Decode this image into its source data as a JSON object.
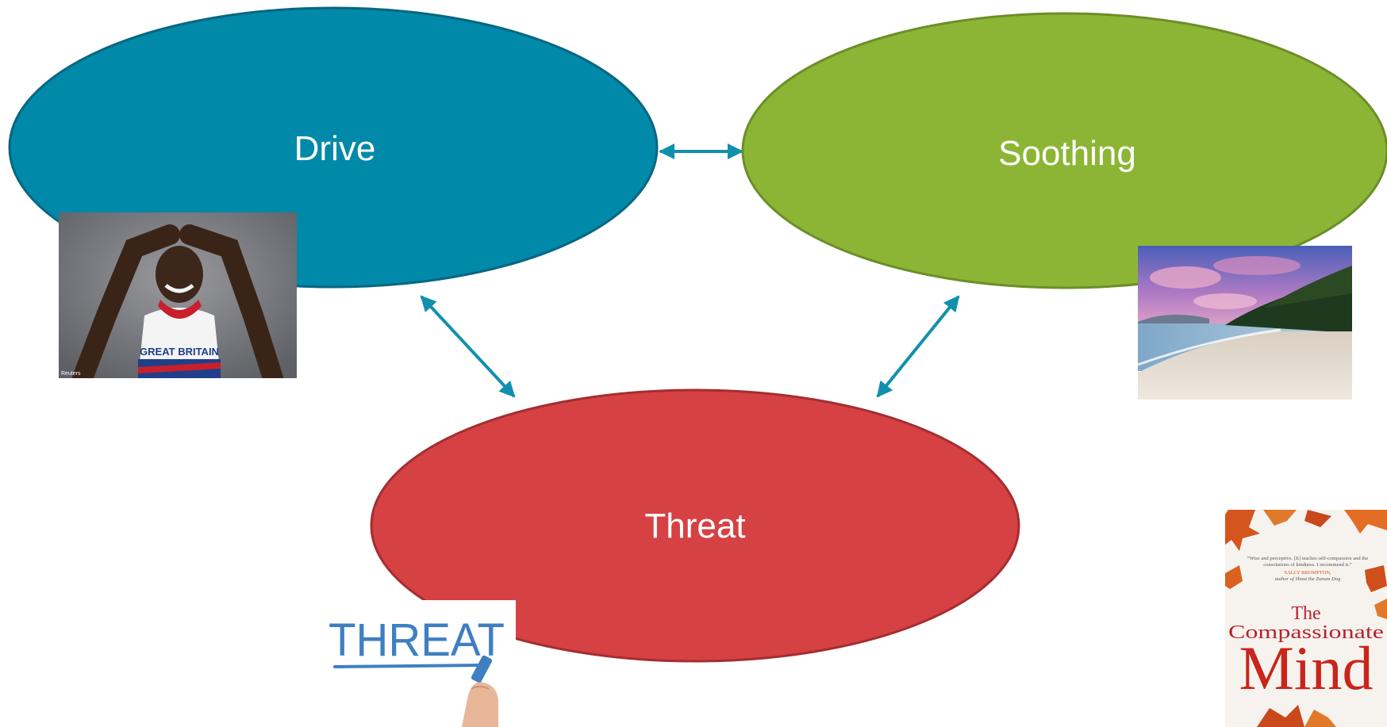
{
  "nodes": {
    "drive": {
      "label": "Drive",
      "color": "#0089A8"
    },
    "soothing": {
      "label": "Soothing",
      "color": "#8DB535"
    },
    "threat": {
      "label": "Threat",
      "color": "#D64143"
    }
  },
  "arrow_color": "#1190AE",
  "images": {
    "athlete": {
      "vest_text": "GREAT BRITAIN",
      "credit": "Reuters"
    },
    "threat_sign": {
      "text": "THREAT"
    },
    "book": {
      "quote": "“Wise and perceptive. [It] teaches self-compassion and the consolations of kindness. I recommend it.”",
      "quote_author": "SALLY BROMPTON,",
      "quote_author_note": "author of Shout the Zunam Dog",
      "title_line1": "The",
      "title_line2": "Compassionate",
      "title_line3": "Mind"
    }
  }
}
